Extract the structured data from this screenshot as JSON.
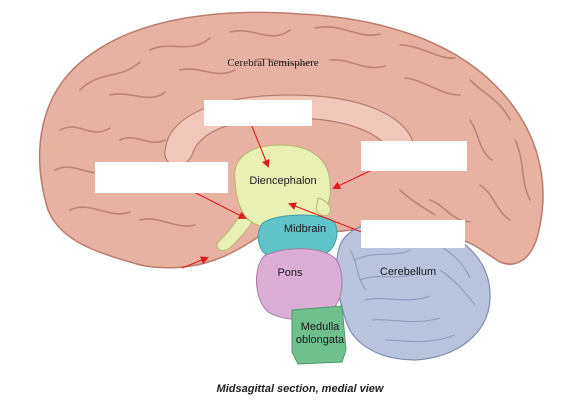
{
  "labels": {
    "cerebral_hemisphere": "Cerebral hemisphere",
    "diencephalon": "Diencephalon",
    "midbrain": "Midbrain",
    "pons": "Pons",
    "cerebellum": "Cerebellum",
    "medulla_line1": "Medulla",
    "medulla_line2": "oblongata"
  },
  "caption": "Midsagittal section, medial view",
  "colors": {
    "cortex": "#e8b2a3",
    "cortex_dark": "#b97c6d",
    "diencephalon": "#e9f0b4",
    "midbrain": "#5fc3c9",
    "pons": "#dcaed6",
    "medulla": "#6fbf8f",
    "cerebellum": "#b9c4dc",
    "arrow": "#e01b1b",
    "answer_box": "#ffffff"
  }
}
